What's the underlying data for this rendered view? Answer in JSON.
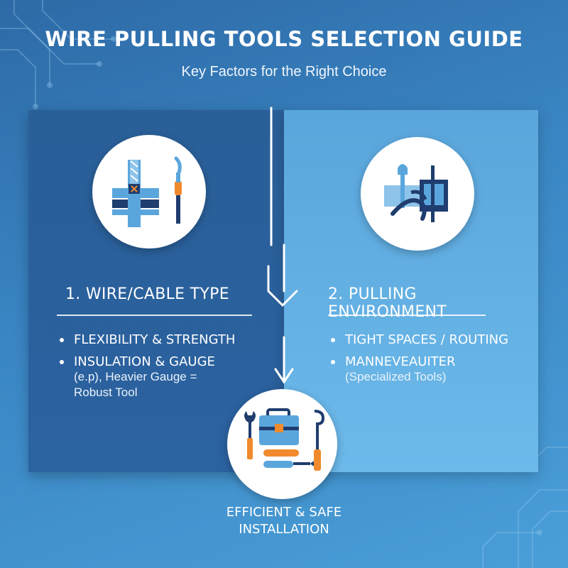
{
  "header": {
    "title": "WIRE PULLING TOOLS SELECTION GUIDE",
    "subtitle": "Key Factors for the Right Choice"
  },
  "factors": [
    {
      "icon": "cable-cross-section-icon",
      "heading": "1. WIRE/CABLE TYPE",
      "bullets": [
        {
          "main": "FLEXIBILITY & STRENGTH",
          "sub": ""
        },
        {
          "main": "INSULATION & GAUGE",
          "sub": "(e.p), Heavier Gauge = Robust Tool"
        }
      ]
    },
    {
      "icon": "routing-wrench-icon",
      "heading": "2. PULLING ENVIRONMENT",
      "bullets": [
        {
          "main": "TIGHT SPACES / ROUTING",
          "sub": ""
        },
        {
          "main": "MANNEVEAUITER",
          "sub": "(Specialized Tools)"
        }
      ]
    }
  ],
  "outcome": {
    "icon": "toolbox-icon",
    "line1": "EFFICIENT & SAFE",
    "line2": "INSTALLATION"
  },
  "colors": {
    "dark_panel": "#2b62a0",
    "light_panel": "#6cb9ea",
    "accent_orange": "#f08a2c",
    "accent_blue": "#4a9fd8",
    "navy": "#1f3d6e"
  }
}
